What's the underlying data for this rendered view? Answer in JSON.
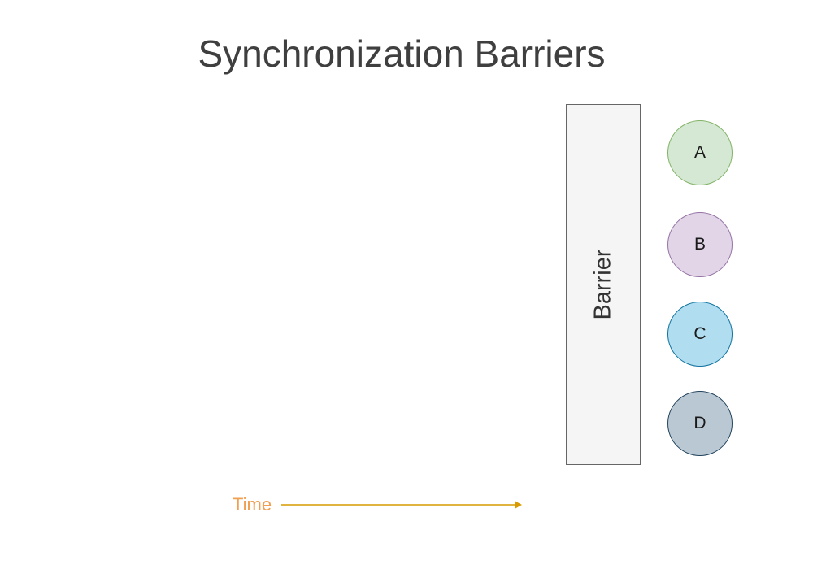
{
  "title": "Synchronization Barriers",
  "barrier": {
    "label": "Barrier",
    "fill": "#f5f5f5",
    "stroke": "#666666"
  },
  "nodes": [
    {
      "label": "A",
      "fill": "#d5e8d4",
      "stroke": "#82b366"
    },
    {
      "label": "B",
      "fill": "#e1d5e7",
      "stroke": "#9673a6"
    },
    {
      "label": "C",
      "fill": "#b1ddf0",
      "stroke": "#10739e"
    },
    {
      "label": "D",
      "fill": "#bac8d3",
      "stroke": "#23445d"
    }
  ],
  "time_axis": {
    "label": "Time",
    "label_color": "#f0a050",
    "arrow_color": "#d79b00"
  }
}
